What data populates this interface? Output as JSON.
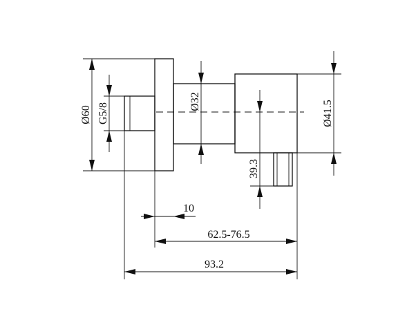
{
  "dimensions": {
    "flange_diameter": "Ø60",
    "thread": "G5/8",
    "body_diameter": "Ø32",
    "outlet_diameter": "Ø41.5",
    "outlet_height": "39.3",
    "flange_thickness": "10",
    "adjust_length": "62.5-76.5",
    "overall_length": "93.2"
  }
}
